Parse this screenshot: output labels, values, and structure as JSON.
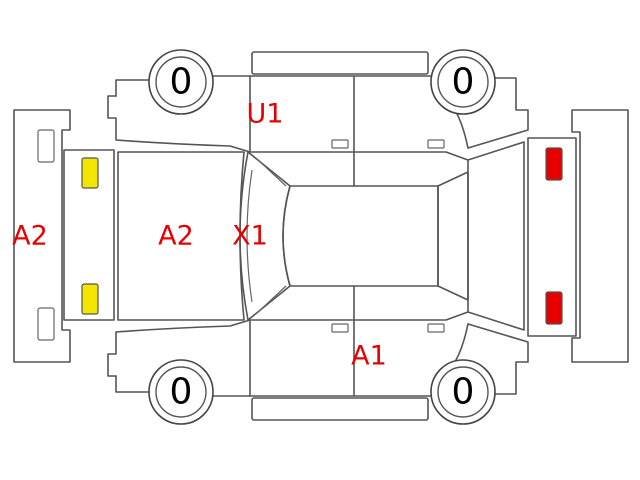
{
  "tires": {
    "front_left": "0",
    "rear_left": "0",
    "front_right": "0",
    "rear_right": "0"
  },
  "damage_codes": {
    "front_bumper": "A2",
    "hood": "A2",
    "windshield": "X1",
    "roof_left": "U1",
    "door_right": "A1"
  },
  "colors": {
    "code_text": "#e60000",
    "headlamp": "#f2e600",
    "taillamp": "#e60000",
    "outline": "#555555"
  }
}
